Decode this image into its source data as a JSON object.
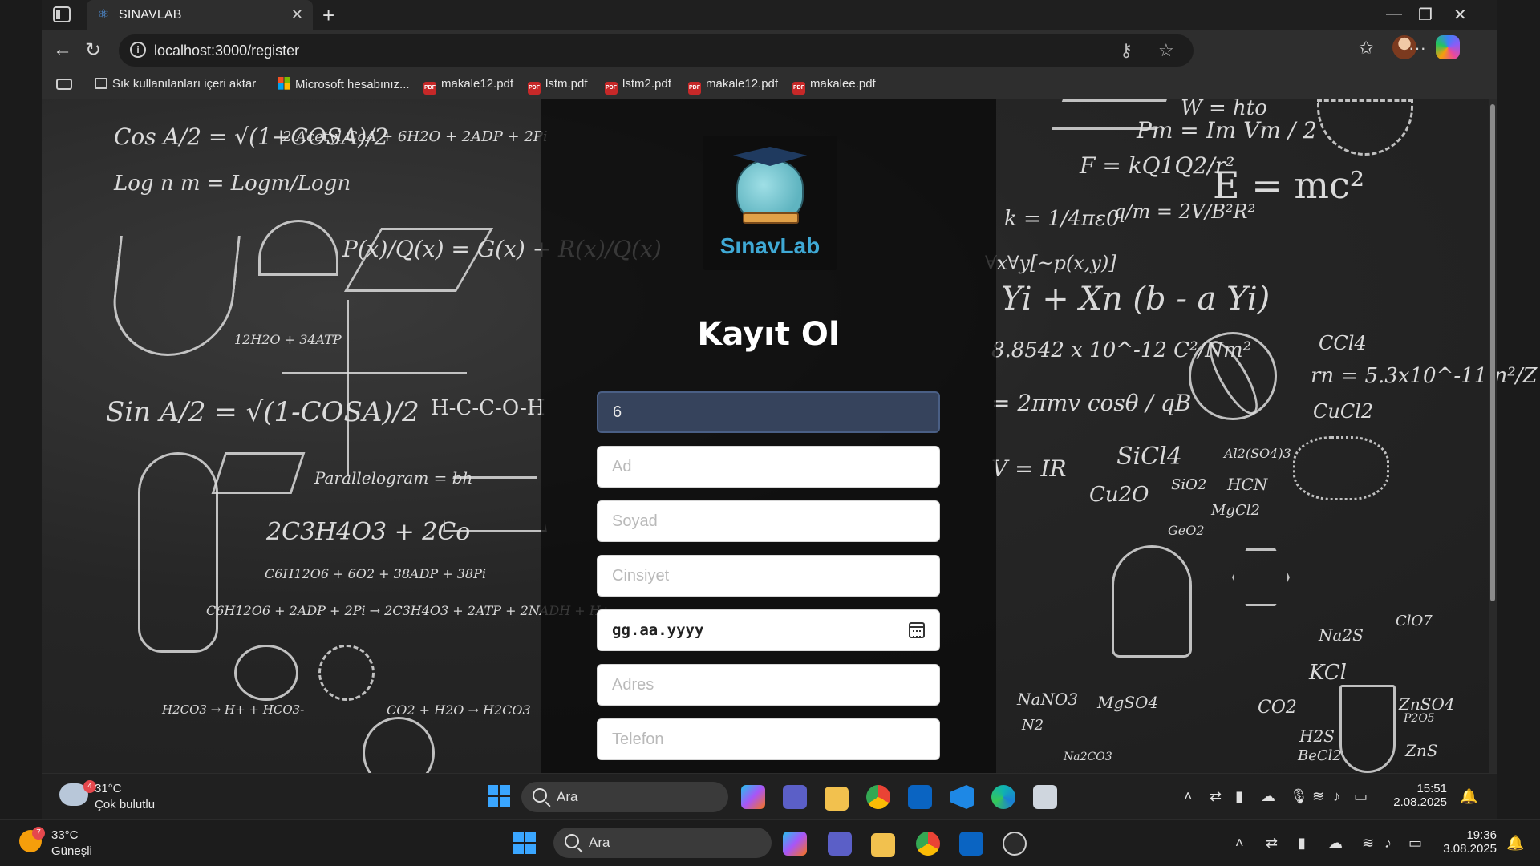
{
  "browser": {
    "tab_title": "SINAVLAB",
    "url": "localhost:3000/register",
    "bookmarks": [
      {
        "label": "Sık kullanılanları içeri aktar",
        "icon": "import-icon"
      },
      {
        "label": "Microsoft hesabınız...",
        "icon": "microsoft-icon"
      },
      {
        "label": "makale12.pdf",
        "icon": "pdf-icon"
      },
      {
        "label": "lstm.pdf",
        "icon": "pdf-icon"
      },
      {
        "label": "lstm2.pdf",
        "icon": "pdf-icon"
      },
      {
        "label": "makale12.pdf",
        "icon": "pdf-icon"
      },
      {
        "label": "makalee.pdf",
        "icon": "pdf-icon"
      }
    ]
  },
  "form": {
    "logo_text": "SınavLab",
    "title": "Kayıt Ol",
    "first_value": "6",
    "placeholders": {
      "ad": "Ad",
      "soyad": "Soyad",
      "cinsiyet": "Cinsiyet",
      "date": "gg.aa.yyyy",
      "adres": "Adres",
      "telefon": "Telefon"
    }
  },
  "chalkboard": {
    "formulas": [
      "Cos A/2 = √(1+COSA)/2",
      "2 Acetyl CoA + 6H2O + 2ADP + 2Pi",
      "Log n m = Logm/Logn",
      "P(x)/Q(x) = G(x) + R(x)/Q(x)",
      "12H2O + 34ATP",
      "Sin A/2 = √(1-COSA)/2",
      "H-C-C-O-H",
      "Parallelogram = bh",
      "2C3H4O3 + 2Co",
      "C6H12O6 + 6O2 + 38ADP + 38Pi",
      "C6H12O6 + 2ADP + 2Pi → 2C3H4O3 + 2ATP + 2NADH + H+",
      "H2CO3 → H+ + HCO3-",
      "CO2 + H2O → H2CO3",
      "W = hto",
      "Pm = Im Vm / 2",
      "F = kQ1Q2/r²",
      "E = mc²",
      "k = 1/4πε0",
      "q/m = 2V/B²R²",
      "∀x∀y[~p(x,y)]",
      "Yi + Xn (b - a Yi)",
      "8.8542 x 10^-12 C²/Nm²",
      "CCl4",
      "rn = 5.3x10^-11 n²/Z",
      "= 2πmv cosθ / qB",
      "CuCl2",
      "V = IR",
      "SiCl4",
      "Al2(SO4)3",
      "Cu2O",
      "SiO2",
      "HCN",
      "MgCl2",
      "GeO2",
      "Na2S",
      "ClO7",
      "KCl",
      "ZnSO4",
      "NaNO3",
      "MgSO4",
      "CO2",
      "H2S",
      "BeCl2",
      "ZnS",
      "N2",
      "P2O5",
      "Na2CO3"
    ]
  },
  "inner_taskbar": {
    "weather_temp": "31°C",
    "weather_desc": "Çok bulutlu",
    "weather_badge": "4",
    "search": "Ara",
    "time": "15:51",
    "date": "2.08.2025"
  },
  "outer_taskbar": {
    "weather_temp": "33°C",
    "weather_desc": "Güneşli",
    "weather_badge": "7",
    "search": "Ara",
    "time": "19:36",
    "date": "3.08.2025"
  }
}
